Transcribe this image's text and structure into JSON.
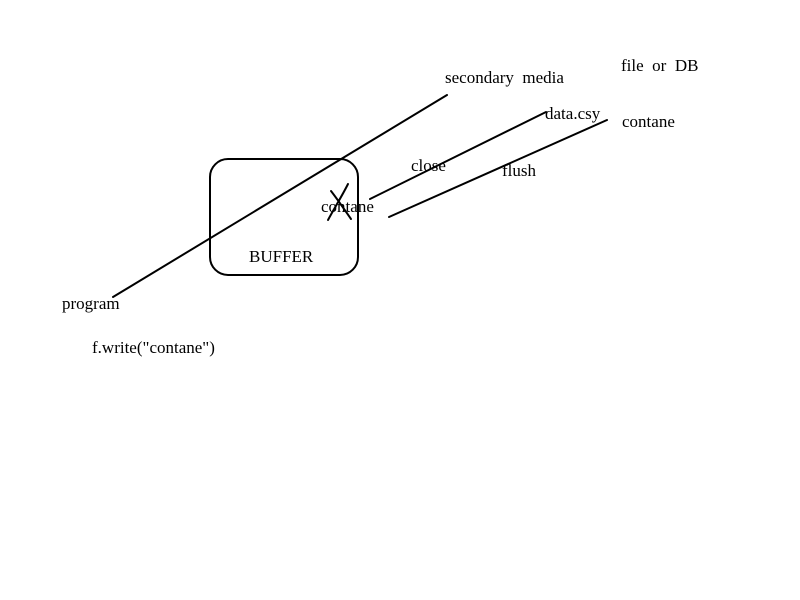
{
  "labels": {
    "secondary_media": "secondary  media",
    "file_or_db": "file  or  DB",
    "data_file": "data.csy",
    "contane_right": "contane",
    "close": "close",
    "flush": "flush",
    "contane_buffer": "contane",
    "buffer": "BUFFER",
    "program": "program",
    "write_call": "f.write(\"contane\")"
  }
}
